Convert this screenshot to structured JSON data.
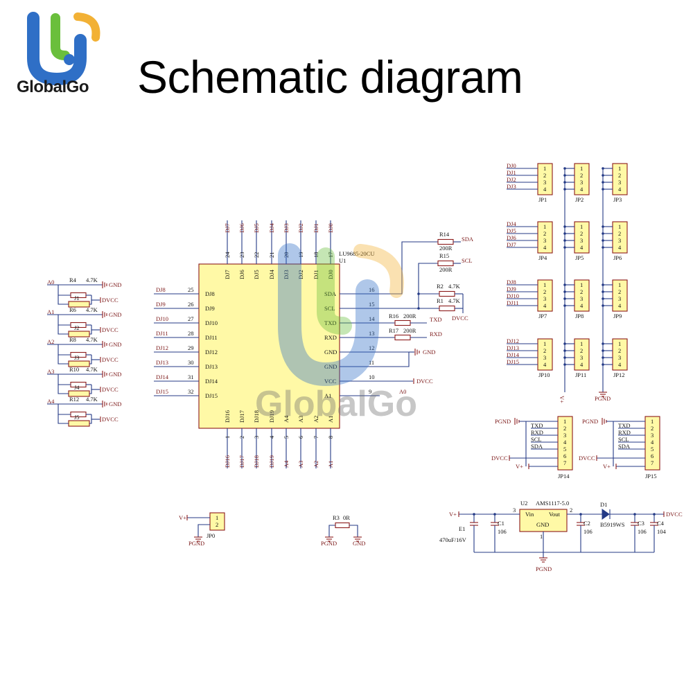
{
  "brand": {
    "name": "GlobalGo",
    "primary": "#2f6fc6",
    "secondary": "#6abf3c",
    "accent": "#f2b135"
  },
  "header": {
    "title": "Schematic diagram"
  },
  "watermark": {
    "text": "GlobalGo"
  },
  "ic": {
    "part": "LU9685-20CU",
    "ref": "U1",
    "top_pins": [
      {
        "num": "24",
        "name": "DJ7"
      },
      {
        "num": "23",
        "name": "DJ6"
      },
      {
        "num": "22",
        "name": "DJ5"
      },
      {
        "num": "21",
        "name": "DJ4"
      },
      {
        "num": "20",
        "name": "DJ3"
      },
      {
        "num": "19",
        "name": "DJ2"
      },
      {
        "num": "18",
        "name": "DJ1"
      },
      {
        "num": "17",
        "name": "DJ0"
      }
    ],
    "left_pins": [
      {
        "num": "25",
        "name": "DJ8"
      },
      {
        "num": "26",
        "name": "DJ9"
      },
      {
        "num": "27",
        "name": "DJ10"
      },
      {
        "num": "28",
        "name": "DJ11"
      },
      {
        "num": "29",
        "name": "DJ12"
      },
      {
        "num": "30",
        "name": "DJ13"
      },
      {
        "num": "31",
        "name": "DJ14"
      },
      {
        "num": "32",
        "name": "DJ15"
      }
    ],
    "right_pins": [
      {
        "num": "16",
        "name": "SDA"
      },
      {
        "num": "15",
        "name": "SCL"
      },
      {
        "num": "14",
        "name": "TXD"
      },
      {
        "num": "13",
        "name": "RXD"
      },
      {
        "num": "12",
        "name": "GND"
      },
      {
        "num": "11",
        "name": "GND"
      },
      {
        "num": "10",
        "name": "VCC"
      },
      {
        "num": "9",
        "name": "A1"
      }
    ],
    "bottom_pins": [
      {
        "num": "1",
        "name": "DJ16"
      },
      {
        "num": "2",
        "name": "DJ17"
      },
      {
        "num": "3",
        "name": "DJ18"
      },
      {
        "num": "4",
        "name": "DJ19"
      },
      {
        "num": "5",
        "name": "A4"
      },
      {
        "num": "6",
        "name": "A3"
      },
      {
        "num": "7",
        "name": "A2"
      },
      {
        "num": "8",
        "name": "A1"
      }
    ],
    "right_net_a0": "A0",
    "vcc_net": "DVCC",
    "gnd_net": "GND"
  },
  "ic_right_parts": [
    {
      "ref": "R14",
      "value": "200R",
      "net": "SDA"
    },
    {
      "ref": "R15",
      "value": "200R",
      "net": "SCL"
    },
    {
      "ref": "R2",
      "value": "4.7K",
      "net": ""
    },
    {
      "ref": "R1",
      "value": "4.7K",
      "net": "DVCC"
    },
    {
      "ref": "R16",
      "value": "200R",
      "net": "TXD"
    },
    {
      "ref": "R17",
      "value": "200R",
      "net": "RXD"
    }
  ],
  "jumpers": [
    {
      "net": "A0",
      "res": "R4",
      "value": "4.7K",
      "jumper": "J1",
      "gnd": "GND",
      "vcc": "DVCC"
    },
    {
      "net": "A1",
      "res": "R6",
      "value": "4.7K",
      "jumper": "J2",
      "gnd": "GND",
      "vcc": "DVCC"
    },
    {
      "net": "A2",
      "res": "R8",
      "value": "4.7K",
      "jumper": "J3",
      "gnd": "GND",
      "vcc": "DVCC"
    },
    {
      "net": "A3",
      "res": "R10",
      "value": "4.7K",
      "jumper": "J4",
      "gnd": "GND",
      "vcc": "DVCC"
    },
    {
      "net": "A4",
      "res": "R12",
      "value": "4.7K",
      "jumper": "J5",
      "gnd": "GND",
      "vcc": "DVCC"
    }
  ],
  "servo_headers": {
    "pins": [
      "1",
      "2",
      "3",
      "4"
    ],
    "groups": [
      {
        "nets": [
          "DJ0",
          "DJ1",
          "DJ2",
          "DJ3"
        ],
        "labels": [
          "JP1",
          "JP2",
          "JP3"
        ]
      },
      {
        "nets": [
          "DJ4",
          "DJ5",
          "DJ6",
          "DJ7"
        ],
        "labels": [
          "JP4",
          "JP5",
          "JP6"
        ]
      },
      {
        "nets": [
          "DJ8",
          "DJ9",
          "DJ10",
          "DJ11"
        ],
        "labels": [
          "JP7",
          "JP8",
          "JP9"
        ]
      },
      {
        "nets": [
          "DJ12",
          "DJ13",
          "DJ14",
          "DJ15"
        ],
        "labels": [
          "JP10",
          "JP11",
          "JP12"
        ]
      }
    ],
    "vplus": "V+",
    "pgnd": "PGND"
  },
  "uart_headers": [
    {
      "label": "JP14",
      "pins": [
        "1",
        "2",
        "3",
        "4",
        "5",
        "6",
        "7"
      ],
      "nets": [
        "TXD",
        "RXD",
        "SCL",
        "SDA"
      ],
      "pgnd": "PGND",
      "dvcc": "DVCC",
      "vplus": "V+"
    },
    {
      "label": "JP15",
      "pins": [
        "1",
        "2",
        "3",
        "4",
        "5",
        "6",
        "7"
      ],
      "nets": [
        "TXD",
        "RXD",
        "SCL",
        "SDA"
      ],
      "pgnd": "PGND",
      "dvcc": "DVCC",
      "vplus": "V+"
    }
  ],
  "power_header": {
    "label": "JP0",
    "pins": [
      "1",
      "2"
    ],
    "vplus": "V+",
    "pgnd": "PGND"
  },
  "bridge": {
    "ref": "R3",
    "value": "0R",
    "left": "PGND",
    "right": "GND"
  },
  "regulator": {
    "ref": "U2",
    "part": "AMS1117-5.0",
    "vin": "Vin",
    "vout": "Vout",
    "gnd": "GND",
    "pin_in": "3",
    "pin_out": "2",
    "pin_gnd": "1",
    "diode_ref": "D1",
    "diode_part": "B5919WS",
    "in_net": "V+",
    "out_net": "DVCC",
    "gnd_net": "PGND",
    "caps": [
      {
        "ref": "E1",
        "value": "470uF/16V"
      },
      {
        "ref": "C1",
        "value": "106"
      },
      {
        "ref": "C2",
        "value": "106"
      },
      {
        "ref": "C3",
        "value": "106"
      },
      {
        "ref": "C4",
        "value": "104"
      }
    ]
  }
}
